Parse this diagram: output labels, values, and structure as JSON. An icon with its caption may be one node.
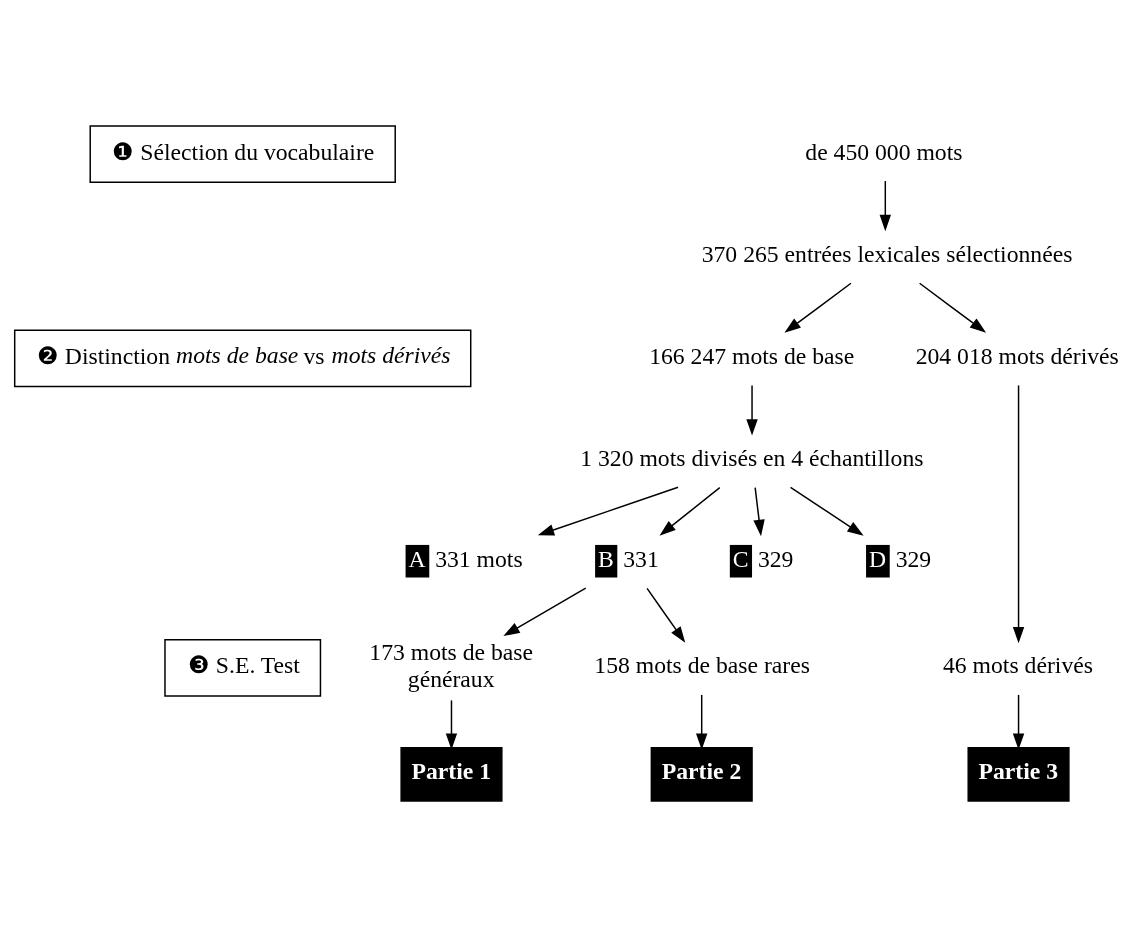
{
  "diagram": {
    "nodes": [
      {
        "text": [
          "❶ Sélection du vocabulaire"
        ]
      },
      {
        "text": [
          "de 450 000 mots"
        ]
      },
      {
        "text": [
          "370 265 entrées lexicales sélectionnées"
        ]
      },
      {
        "text": [
          "❷ Distinction *mots de base* vs *mots dérivés*"
        ]
      },
      {
        "text": [
          "166 247 mots de base"
        ]
      },
      {
        "text": [
          "204 018 mots dérivés"
        ]
      },
      {
        "text": [
          "1 320 mots divisés en 4 échantillons"
        ]
      },
      {
        "text": [
          "A",
          "331 mots"
        ]
      },
      {
        "text": [
          "B",
          "331"
        ]
      },
      {
        "text": [
          "C",
          "329"
        ]
      },
      {
        "text": [
          "D",
          "329"
        ]
      },
      {
        "text": [
          "173 mots de base généraux"
        ]
      },
      {
        "text": [
          "158 mots de base rares"
        ]
      },
      {
        "text": [
          "46 mots dérivés"
        ]
      },
      {
        "text": [
          "❸ S.E. Test"
        ]
      },
      {
        "text": [
          "Partie 1"
        ]
      },
      {
        "text": [
          "Partie 2"
        ]
      },
      {
        "text": [
          "Partie 3"
        ]
      }
    ],
    "edges": [
      {
        "from": 1,
        "to": 2,
        "arrow": "to"
      },
      {
        "from": 2,
        "to": 4,
        "arrow": "to"
      },
      {
        "from": 2,
        "to": 5,
        "arrow": "to"
      },
      {
        "from": 4,
        "to": 6,
        "arrow": "to"
      },
      {
        "from": 6,
        "to": 7,
        "arrow": "to"
      },
      {
        "from": 6,
        "to": 8,
        "arrow": "to"
      },
      {
        "from": 6,
        "to": 9,
        "arrow": "to"
      },
      {
        "from": 6,
        "to": 10,
        "arrow": "to"
      },
      {
        "from": 8,
        "to": 11,
        "arrow": "to"
      },
      {
        "from": 8,
        "to": 12,
        "arrow": "to"
      },
      {
        "from": 5,
        "to": 13,
        "arrow": "to"
      },
      {
        "from": 11,
        "to": 15,
        "arrow": "to"
      },
      {
        "from": 12,
        "to": 16,
        "arrow": "to"
      },
      {
        "from": 13,
        "to": 17,
        "arrow": "to"
      }
    ]
  }
}
